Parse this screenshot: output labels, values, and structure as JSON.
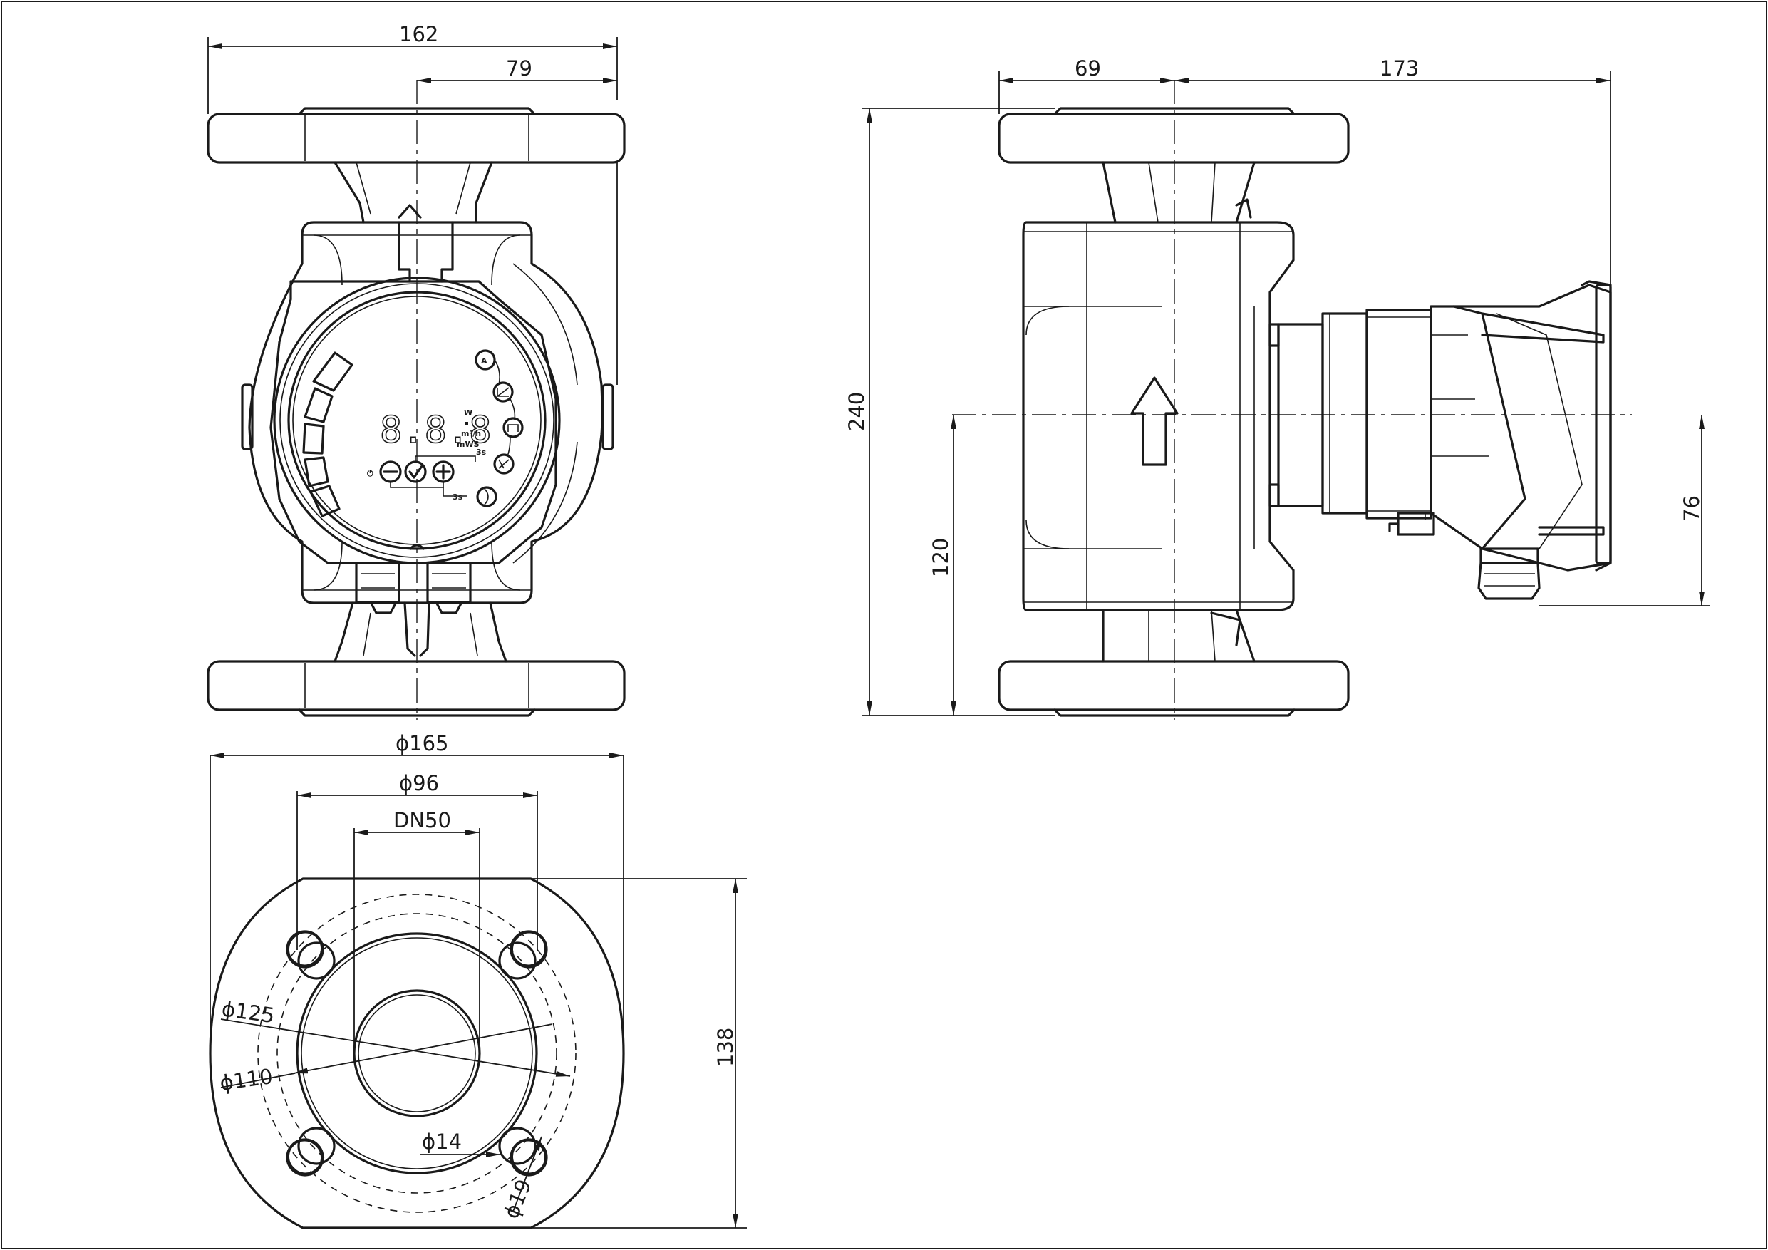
{
  "dimensions": {
    "front_width": "162",
    "front_offset": "79",
    "side_left": "69",
    "side_right": "173",
    "height_total": "240",
    "height_axis": "120",
    "height_motor": "76",
    "flange_outer": "ϕ165",
    "flange_bolt": "ϕ96",
    "flange_nominal": "DN50",
    "flange_pcd_large": "ϕ125",
    "flange_pcd_small": "ϕ110",
    "flange_hole": "ϕ14",
    "flange_slot": "ϕ19",
    "flange_height": "138"
  },
  "display": {
    "digits": "8.8.8",
    "mode_a": "A",
    "unit_w": "W",
    "unit_m3h": "m³/h",
    "unit_mwc": "mWS",
    "timer_3s_a": "3s",
    "timer_3s_b": "3s"
  },
  "colors": {
    "line": "#1a1a1a",
    "background": "#ffffff"
  }
}
